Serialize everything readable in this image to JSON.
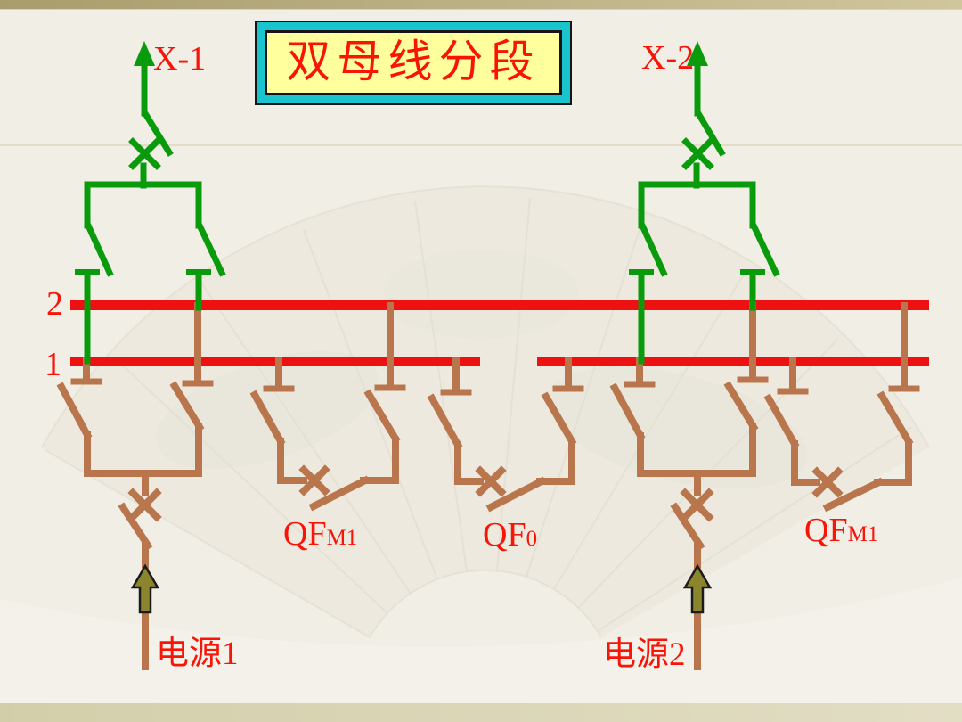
{
  "title": {
    "text": "双母线分段"
  },
  "colors": {
    "background": "#f1eee6",
    "top_bar_dark": "#a99d6d",
    "top_bar_light": "#cfc69e",
    "bottom_bar_dark": "#b7b175",
    "bottom_bar_light": "#d2cca4",
    "bus_red": "#ee1111",
    "feeder_green": "#0a9b0d",
    "equipment_brown": "#b9764d",
    "label_red": "#f91408",
    "arrow_olive": "#8b852c",
    "title_text_red": "#f91408",
    "title_fill_yellow": "#ffff9e",
    "title_frame_cyan": "#1ac4cd",
    "divider_beige": "#dbd3ba",
    "fan_fill": "#eae6da",
    "fan_line": "#d8d3c2"
  },
  "buses": {
    "bus2_label": "2",
    "bus1_label": "1"
  },
  "feeders": {
    "x1_label": "X-1",
    "x2_label": "X-2"
  },
  "breakers": {
    "coupler_left": {
      "name": "QF",
      "subscript": "M1"
    },
    "sectionalizer": {
      "name": "QF",
      "subscript": "0"
    },
    "coupler_right": {
      "name": "QF",
      "subscript": "M1"
    }
  },
  "sources": {
    "source1_label": "电源1",
    "source2_label": "电源2"
  }
}
